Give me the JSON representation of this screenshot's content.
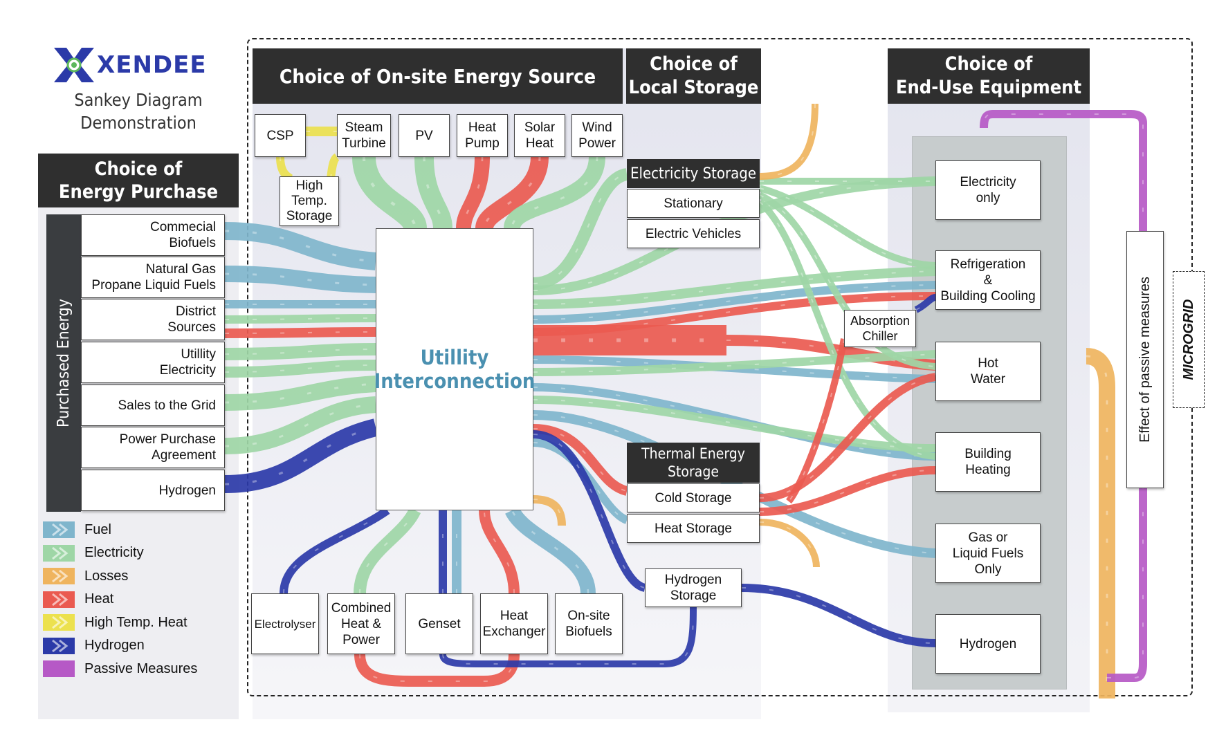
{
  "brand": {
    "logo_text": "XENDEE",
    "subtitle": "Sankey Diagram\nDemonstration"
  },
  "headers": {
    "energy_purchase": "Choice of\nEnergy Purchase",
    "onsite_source": "Choice of On-site Energy Source",
    "local_storage": "Choice of\nLocal Storage",
    "end_use": "Choice of\nEnd-Use Equipment"
  },
  "purchased_energy_label": "Purchased Energy",
  "purchase_items": [
    "Commecial\nBiofuels",
    "Natural Gas\nPropane Liquid Fuels",
    "District\nSources",
    "Utillity\nElectricity",
    "Sales to the Grid",
    "Power Purchase\nAgreement",
    "Hydrogen"
  ],
  "onsite_sources": [
    "CSP",
    "Steam\nTurbine",
    "PV",
    "Heat\nPump",
    "Solar\nHeat",
    "Wind\nPower"
  ],
  "high_temp_storage": "High\nTemp.\nStorage",
  "utility": "Utillity\nInterconnection",
  "electricity_storage": {
    "title": "Electricity Storage",
    "items": [
      "Stationary",
      "Electric Vehicles"
    ]
  },
  "thermal_storage": {
    "title": "Thermal Energy\nStorage",
    "items": [
      "Cold Storage",
      "Heat Storage"
    ]
  },
  "hydrogen_storage": "Hydrogen\nStorage",
  "absorption_chiller": "Absorption\nChiller",
  "bottom_equipment": [
    "Electrolyser",
    "Combined\nHeat &\nPower",
    "Genset",
    "Heat\nExchanger",
    "On-site\nBiofuels"
  ],
  "end_use_items": [
    "Electricity\nonly",
    "Refrigeration\n&\nBuilding Cooling",
    "Hot\nWater",
    "Building\nHeating",
    "Gas or\nLiquid Fuels\nOnly",
    "Hydrogen"
  ],
  "passive_label": "Effect of passive measures",
  "microgrid_label": "MICROGRID",
  "legend": [
    {
      "label": "Fuel",
      "color": "#7fb5cc"
    },
    {
      "label": "Electricity",
      "color": "#9ed6a6"
    },
    {
      "label": "Losses",
      "color": "#efb45e"
    },
    {
      "label": "Heat",
      "color": "#ea5a50"
    },
    {
      "label": "High Temp. Heat",
      "color": "#ece14e"
    },
    {
      "label": "Hydrogen",
      "color": "#2b3aa8"
    },
    {
      "label": "Passive Measures",
      "color": "#b659c6"
    }
  ],
  "colors": {
    "fuel": "#7fb5cc",
    "electricity": "#9ed6a6",
    "losses": "#efb45e",
    "heat": "#ea5a50",
    "high_temp_heat": "#ece14e",
    "hydrogen": "#2b3aa8",
    "passive": "#b659c6",
    "header": "#2f2f2f",
    "utility_text": "#4a90b0"
  }
}
